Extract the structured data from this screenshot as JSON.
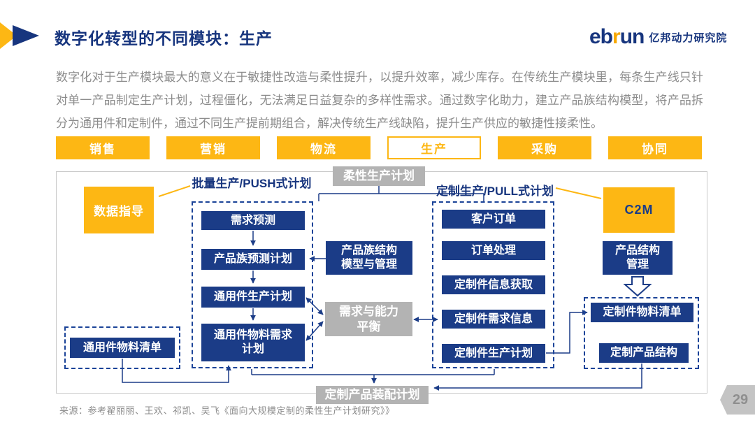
{
  "header": {
    "title": "数字化转型的不同模块：生产",
    "logo": {
      "brand_pre": "eb",
      "brand_accent": "r",
      "brand_post": "un",
      "org": "亿邦动力研究院"
    }
  },
  "intro": {
    "text": "数字化对于生产模块最大的意义在于敏捷性改造与柔性提升，以提升效率，减少库存。在传统生产模块里，每条生产线只针对单一产品制定生产计划，过程僵化，无法满足日益复杂的多样性需求。通过数字化助力，建立产品族结构模型，将产品拆分为通用件和定制件，通过不同生产提前期组合，解决传统生产线缺陷，提升生产供应的敏捷性接柔性。"
  },
  "tabs": [
    {
      "label": "销售",
      "active": false
    },
    {
      "label": "营销",
      "active": false
    },
    {
      "label": "物流",
      "active": false
    },
    {
      "label": "生产",
      "active": true
    },
    {
      "label": "采购",
      "active": false
    },
    {
      "label": "协同",
      "active": false
    }
  ],
  "diagram": {
    "root_label": "柔性生产计划",
    "push_branch_label": "批量生产/PUSH式计划",
    "pull_branch_label": "定制生产/PULL式计划",
    "data_guide_label": "数据指导",
    "c2m_label": "C2M",
    "push_steps": [
      "需求预测",
      "产品族预测计划",
      "通用件生产计划",
      "通用件物料需求\n计划"
    ],
    "family_model_label": "产品族结构\n模型与管理",
    "balance_label": "需求与能力\n平衡",
    "pull_steps": [
      "客户订单",
      "订单处理",
      "定制件信息获取",
      "定制件需求信息",
      "定制件生产计划"
    ],
    "product_structure_label": "产品结构\n管理",
    "custom_bom_label": "定制件物料清单",
    "custom_product_structure_label": "定制产品结构",
    "common_bom_label": "通用件物料清单",
    "assembly_plan_label": "定制产品装配计划"
  },
  "footer": {
    "source": "来源：参考翟丽丽、王欢、祁凯、吴飞《面向大规模定制的柔性生产计划研究》》",
    "page_number": "29"
  },
  "colors": {
    "accent_yellow": "#FDB714",
    "navy": "#1B3C87",
    "title_navy": "#17357E",
    "box_gray": "#B3B3B3",
    "text_gray": "#8C8C8C"
  }
}
